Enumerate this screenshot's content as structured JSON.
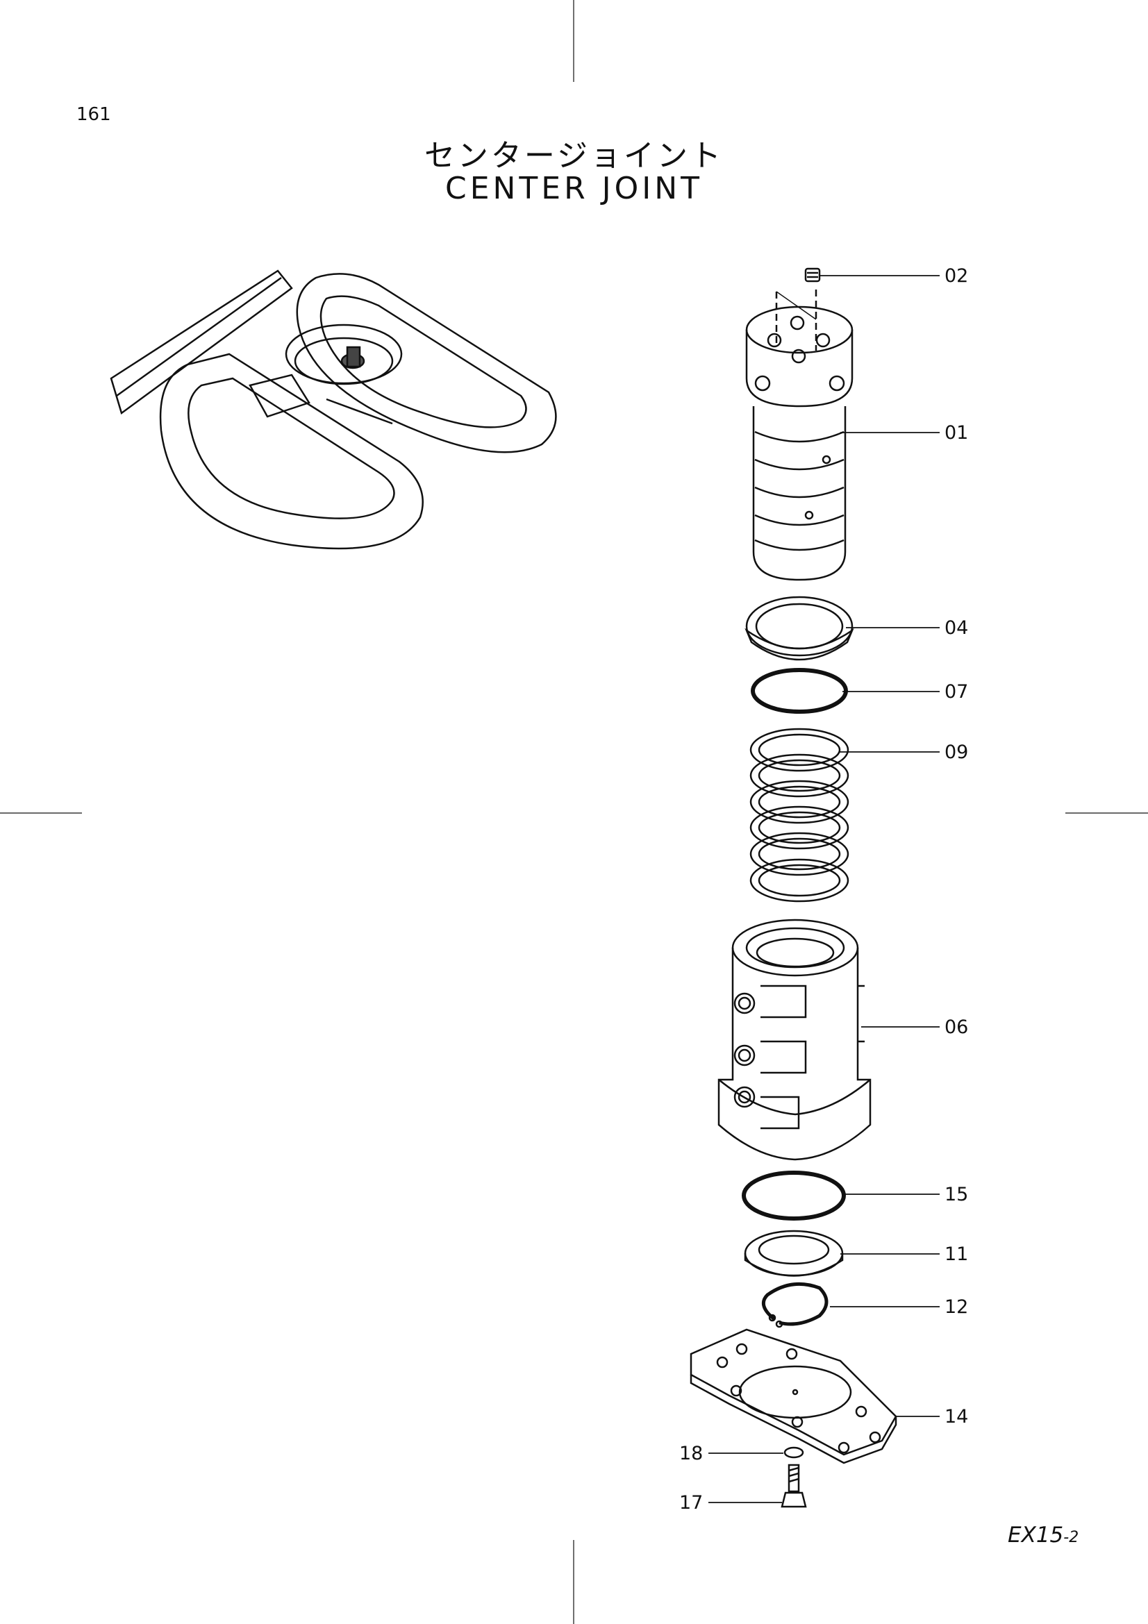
{
  "header": {
    "page_number": "161",
    "title_ja": "センタージョイント",
    "title_en": "CENTER  JOINT"
  },
  "footer": {
    "model_code": "EX15",
    "model_suffix": "-2"
  },
  "callouts": [
    {
      "key": "c02",
      "label": "02"
    },
    {
      "key": "c01",
      "label": "01"
    },
    {
      "key": "c04",
      "label": "04"
    },
    {
      "key": "c07",
      "label": "07"
    },
    {
      "key": "c09",
      "label": "09"
    },
    {
      "key": "c06",
      "label": "06"
    },
    {
      "key": "c15",
      "label": "15"
    },
    {
      "key": "c11",
      "label": "11"
    },
    {
      "key": "c12",
      "label": "12"
    },
    {
      "key": "c14",
      "label": "14"
    },
    {
      "key": "c18",
      "label": "18"
    },
    {
      "key": "c17",
      "label": "17"
    }
  ],
  "colors": {
    "ink": "#111111",
    "paper": "#ffffff"
  }
}
